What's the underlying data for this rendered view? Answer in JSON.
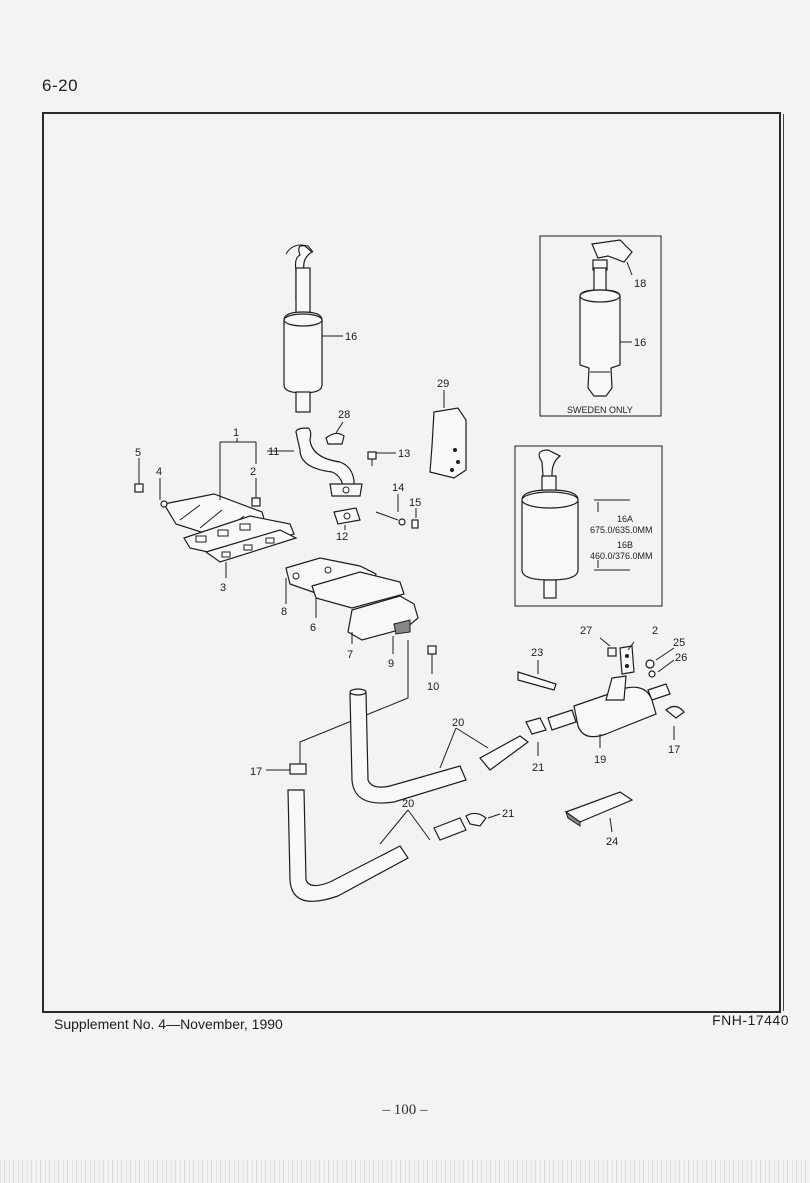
{
  "header": {
    "page_number": "6-20"
  },
  "diagram": {
    "callouts": {
      "c1": "1",
      "c2a": "2",
      "c2b": "2",
      "c3": "3",
      "c4": "4",
      "c5": "5",
      "c6": "6",
      "c7": "7",
      "c8": "8",
      "c9": "9",
      "c10": "10",
      "c11": "11",
      "c12": "12",
      "c13": "13",
      "c14": "14",
      "c15": "15",
      "c16a": "16",
      "c16b": "16",
      "c17a": "17",
      "c17b": "17",
      "c18": "18",
      "c19": "19",
      "c20a": "20",
      "c20b": "20",
      "c21a": "21",
      "c21b": "21",
      "c23": "23",
      "c24": "24",
      "c25": "25",
      "c26": "26",
      "c27": "27",
      "c28": "28",
      "c29": "29"
    },
    "sweden_box": {
      "caption": "SWEDEN ONLY"
    },
    "dimension_box": {
      "label_16a": "16A",
      "value_16a": "675.0/635.0MM",
      "label_16b": "16B",
      "value_16b": "460.0/376.0MM"
    }
  },
  "footer": {
    "supplement": "Supplement  No. 4—November,  1990",
    "figure_code": "FNH-17440",
    "folio": "– 100 –"
  }
}
